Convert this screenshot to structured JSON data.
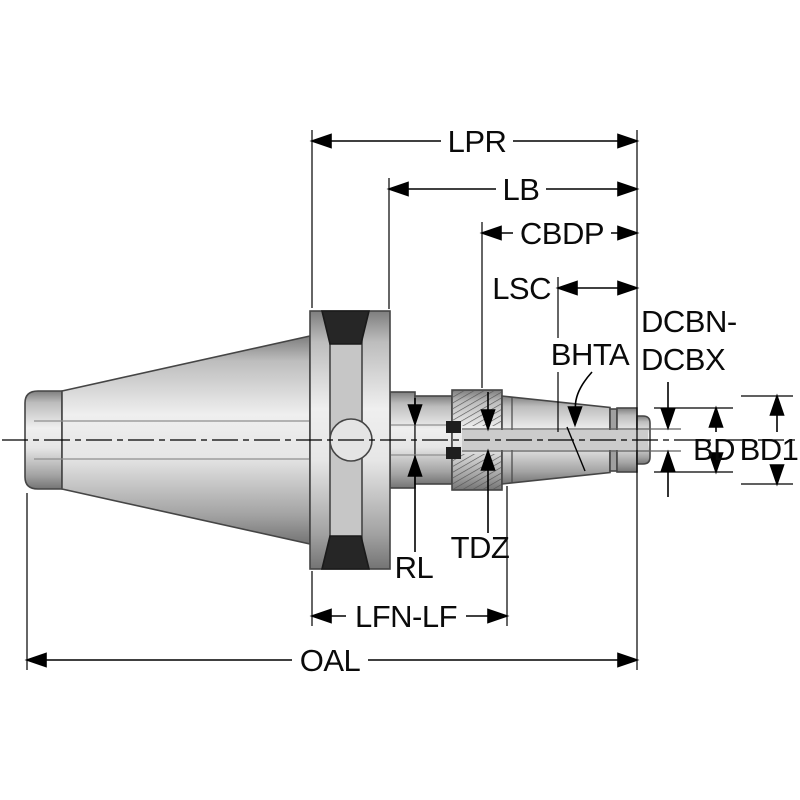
{
  "drawing": {
    "labels": {
      "lpr": "LPR",
      "lb": "LB",
      "cbdp": "CBDP",
      "lsc": "LSC",
      "dcbn_dcbx_line1": "DCBN-",
      "dcbn_dcbx_line2": "DCBX",
      "bhta": "BHTA",
      "bd": "BD",
      "bd1": "BD1",
      "tdz": "TDZ",
      "rl": "RL",
      "lfn_lf": "LFN-LF",
      "oal": "OAL"
    },
    "colors": {
      "dimension_ink": "#000000",
      "part_outline": "#454545",
      "part_fill_light": "#eeeeee",
      "part_fill_dark": "#7e7e7e",
      "notch_fill": "#262626",
      "background": "#ffffff"
    }
  }
}
